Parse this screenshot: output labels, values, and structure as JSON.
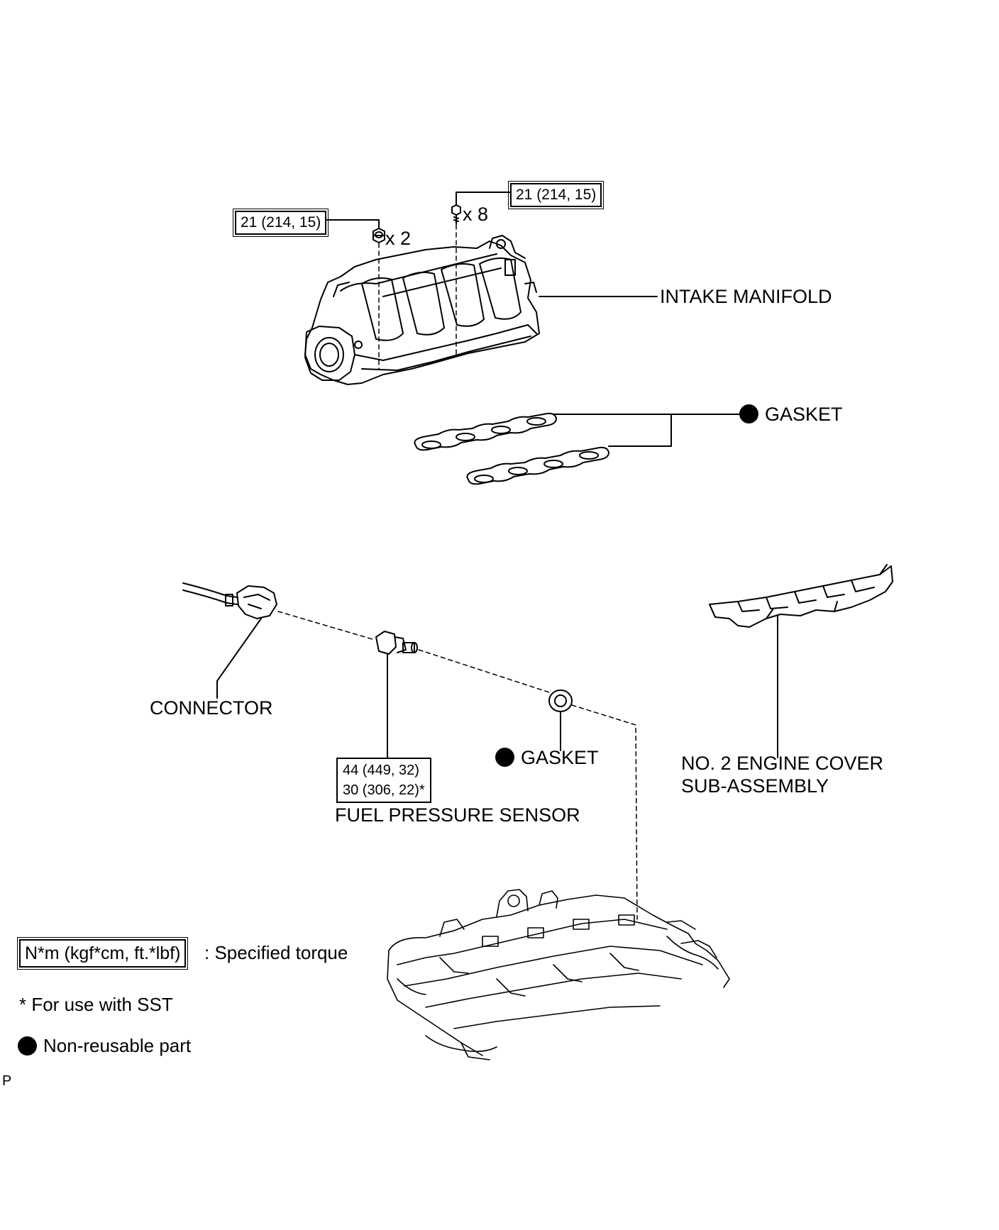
{
  "labels": {
    "intake_manifold": "INTAKE MANIFOLD",
    "gasket_top": "GASKET",
    "connector": "CONNECTOR",
    "gasket_bottom": "GASKET",
    "fuel_pressure_sensor": "FUEL PRESSURE SENSOR",
    "engine_cover_line1": "NO. 2 ENGINE COVER",
    "engine_cover_line2": "SUB-ASSEMBLY"
  },
  "torque": {
    "nut": "21 (214, 15)",
    "bolt": "21 (214, 15)",
    "sensor_line1": "44 (449, 32)",
    "sensor_line2": "30 (306, 22)*"
  },
  "quantities": {
    "nut": "x 2",
    "bolt": "x 8"
  },
  "legend": {
    "torque_unit": "N*m (kgf*cm, ft.*lbf)",
    "torque_desc": ": Specified torque",
    "sst_note": "* For use with SST",
    "non_reusable": "Non-reusable part"
  },
  "corner_mark": "P",
  "icons": {
    "non_reusable_marker": "filled-circle-icon"
  }
}
